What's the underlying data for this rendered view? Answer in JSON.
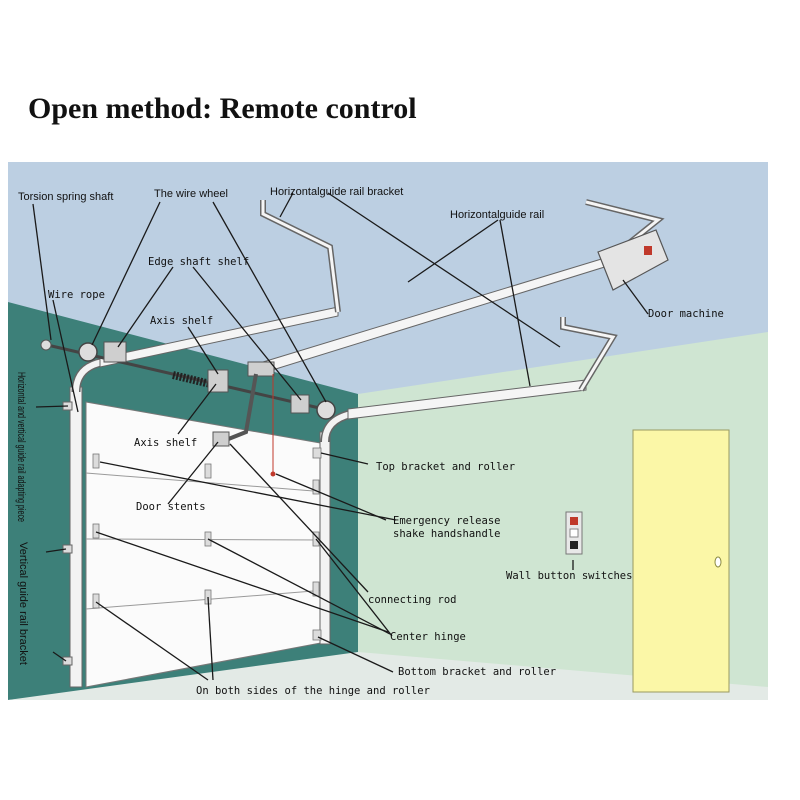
{
  "title": "Open method: Remote control",
  "colors": {
    "sky": "#bccfe2",
    "wall_left": "#3d8079",
    "wall_right": "#cfe5d2",
    "floor": "#e3eae6",
    "door_panel": "#fbfbfb",
    "side_door": "#fbf7a7",
    "label_text": "#111111"
  },
  "labels": {
    "torsion_spring_shaft": "Torsion spring shaft",
    "wire_wheel": "The wire wheel",
    "horizontal_rail_bracket": "Horizontalguide rail  bracket",
    "horizontal_rail": "Horizontalguide rail",
    "edge_shaft_shelf": "Edge shaft shelf",
    "wire_rope": "Wire rope",
    "axis_shelf_top": "Axis shelf",
    "door_machine": "Door machine",
    "hv_adapting_piece": "Horizontal and vertical guide rail adapting piece",
    "axis_shelf": "Axis shelf",
    "top_bracket_roller": "Top bracket and roller",
    "door_stents": "Door stents",
    "emergency_release_1": "Emergency release",
    "emergency_release_2": "shake handshandle",
    "vertical_rail_bracket": "Vertical guide rail bracket",
    "wall_button_switches": "Wall button switches",
    "connecting_rod": "connecting rod",
    "center_hinge": "Center hinge",
    "bottom_bracket_roller": "Bottom bracket and roller",
    "hinge_roller_sides": "On both sides of the hinge and roller"
  }
}
